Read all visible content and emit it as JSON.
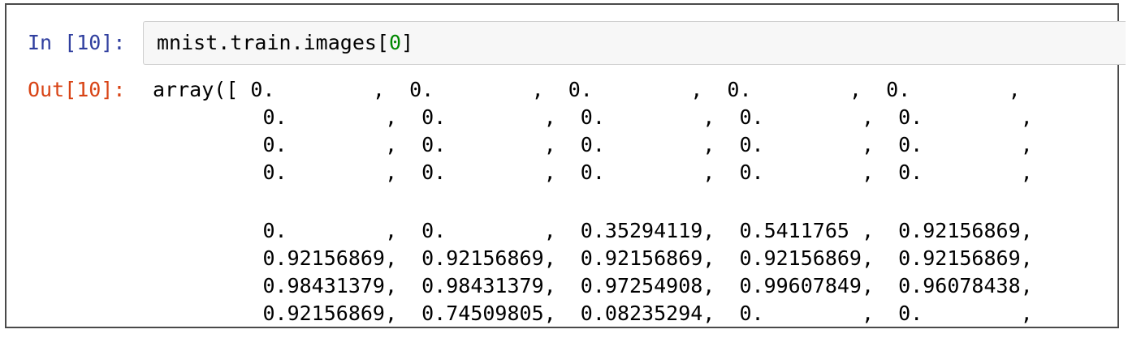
{
  "cell": {
    "input_prompt": "In [10]:",
    "code_prefix": "mnist.train.images[",
    "code_index": "0",
    "code_suffix": "]",
    "output_prompt": "Out[10]:",
    "output_lines_block1": [
      "array([ 0.        ,  0.        ,  0.        ,  0.        ,  0.        ,",
      "         0.        ,  0.        ,  0.        ,  0.        ,  0.        ,",
      "         0.        ,  0.        ,  0.        ,  0.        ,  0.        ,",
      "         0.        ,  0.        ,  0.        ,  0.        ,  0.        ,"
    ],
    "output_lines_block2": [
      "         0.        ,  0.        ,  0.35294119,  0.5411765 ,  0.92156869,",
      "         0.92156869,  0.92156869,  0.92156869,  0.92156869,  0.92156869,",
      "         0.98431379,  0.98431379,  0.97254908,  0.99607849,  0.96078438,",
      "         0.92156869,  0.74509805,  0.08235294,  0.        ,  0.        ,"
    ]
  },
  "colors": {
    "input_prompt": "#303f9f",
    "output_prompt": "#d84315",
    "number_token": "#008800",
    "input_background": "#f7f7f7"
  }
}
